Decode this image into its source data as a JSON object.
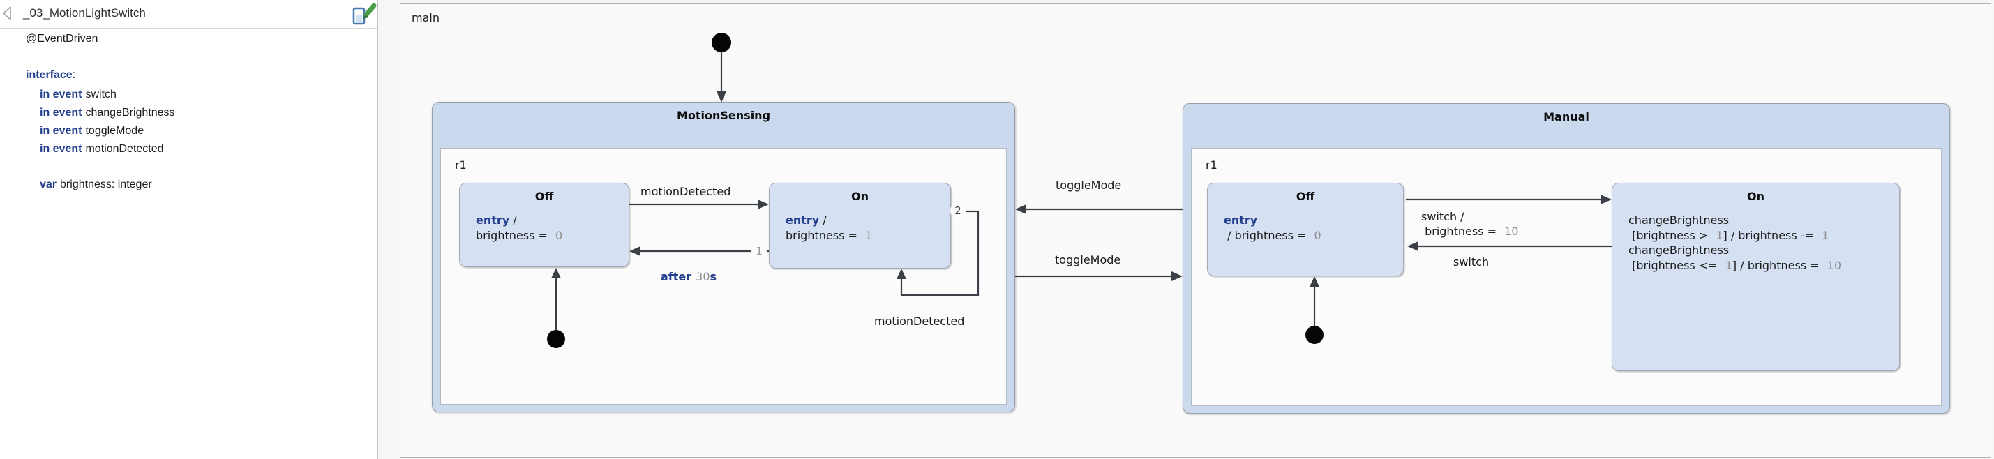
{
  "colors": {
    "keyword_blue": "#243f8f",
    "number_gray": "#8e8e8e",
    "state_fill": "#d5e0f2",
    "composite_fill": "#cbd9ee",
    "canvas": "#fafafa"
  },
  "panel": {
    "title": "_03_MotionLightSwitch",
    "collapse_icon": "chevron-left-icon",
    "definition_icon": "edit-definition-icon",
    "annotation": "@EventDriven",
    "interface_keyword": "interface",
    "interface_colon": ":",
    "events": [
      {
        "keyword": "in event",
        "name": "switch"
      },
      {
        "keyword": "in event",
        "name": "changeBrightness"
      },
      {
        "keyword": "in event",
        "name": "toggleMode"
      },
      {
        "keyword": "in event",
        "name": "motionDetected"
      }
    ],
    "variable_keyword": "var",
    "variable_text": "brightness: integer"
  },
  "diagram": {
    "main_region_label": "main",
    "motionsensing": {
      "title": "MotionSensing",
      "region_label": "r1",
      "off_state": {
        "title": "Off",
        "entry_keyword": "entry",
        "entry_suffix": " /",
        "action": "brightness = ",
        "action_value": "0"
      },
      "on_state": {
        "title": "On",
        "entry_keyword": "entry",
        "entry_suffix": " /",
        "action": "brightness = ",
        "action_value": "1"
      },
      "transition_motion_detected": "motionDetected",
      "transition_after_keyword": "after",
      "transition_after_value": "30",
      "transition_after_unit": "s",
      "priority_after": "1",
      "priority_self_loop": "2",
      "transition_self_loop": "motionDetected"
    },
    "manual": {
      "title": "Manual",
      "region_label": "r1",
      "off_state": {
        "title": "Off",
        "entry_keyword": "entry",
        "action": " / brightness = ",
        "action_value": "0"
      },
      "on_state": {
        "title": "On",
        "line1": "changeBrightness",
        "line2_guard": " [brightness > ",
        "line2_guard_value": "1",
        "line2_action": "] / brightness -= ",
        "line2_action_value": "1",
        "line3": "changeBrightness",
        "line4_guard": " [brightness <= ",
        "line4_guard_value": "1",
        "line4_action": "] / brightness = ",
        "line4_action_value": "10"
      },
      "transition_switch_on_line1": "switch /",
      "transition_switch_on_line2": " brightness = ",
      "transition_switch_on_value": "10",
      "transition_switch_off": "switch"
    },
    "transition_toggle_to_motionsensing": "toggleMode",
    "transition_toggle_to_manual": "toggleMode"
  }
}
